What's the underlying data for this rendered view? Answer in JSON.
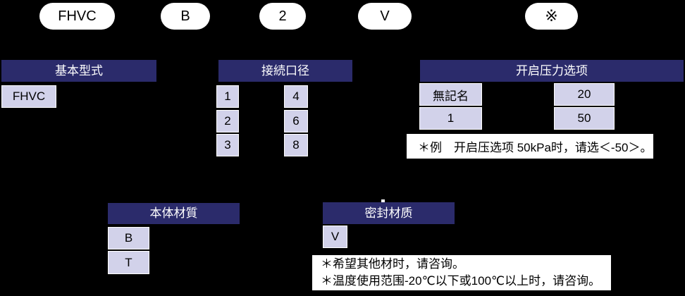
{
  "model_code_pills": [
    {
      "label": "FHVC"
    },
    {
      "label": "B"
    },
    {
      "label": "2"
    },
    {
      "label": "V"
    },
    {
      "label": "※"
    }
  ],
  "sections": {
    "basic_model": {
      "header": "基本型式",
      "cells": [
        "FHVC"
      ]
    },
    "connection_size": {
      "header": "接続口径",
      "col1": [
        "1",
        "2",
        "3"
      ],
      "col2": [
        "4",
        "6",
        "8"
      ]
    },
    "opening_pressure": {
      "header": "开启压力选项",
      "col1": [
        "無記名",
        "1"
      ],
      "col2": [
        "20",
        "50"
      ],
      "note": "＊例　开启压选项 50kPa时，请选＜-50＞。"
    },
    "body_material": {
      "header": "本体材質",
      "cells": [
        "B",
        "T"
      ]
    },
    "seal_material": {
      "header": "密封材质",
      "cells": [
        "V"
      ],
      "notes": [
        "＊希望其他材时，请咨询。",
        "＊温度使用范围-20℃以下或100℃以上时，请咨询。"
      ]
    }
  },
  "colors": {
    "background": "#000000",
    "header_bg": "#2b2b6b",
    "header_text": "#ffffff",
    "cell_bg": "#d2d2ea",
    "cell_border": "#ffffff",
    "pill_bg": "#ffffff",
    "note_bg": "#ffffff",
    "text": "#000000"
  }
}
